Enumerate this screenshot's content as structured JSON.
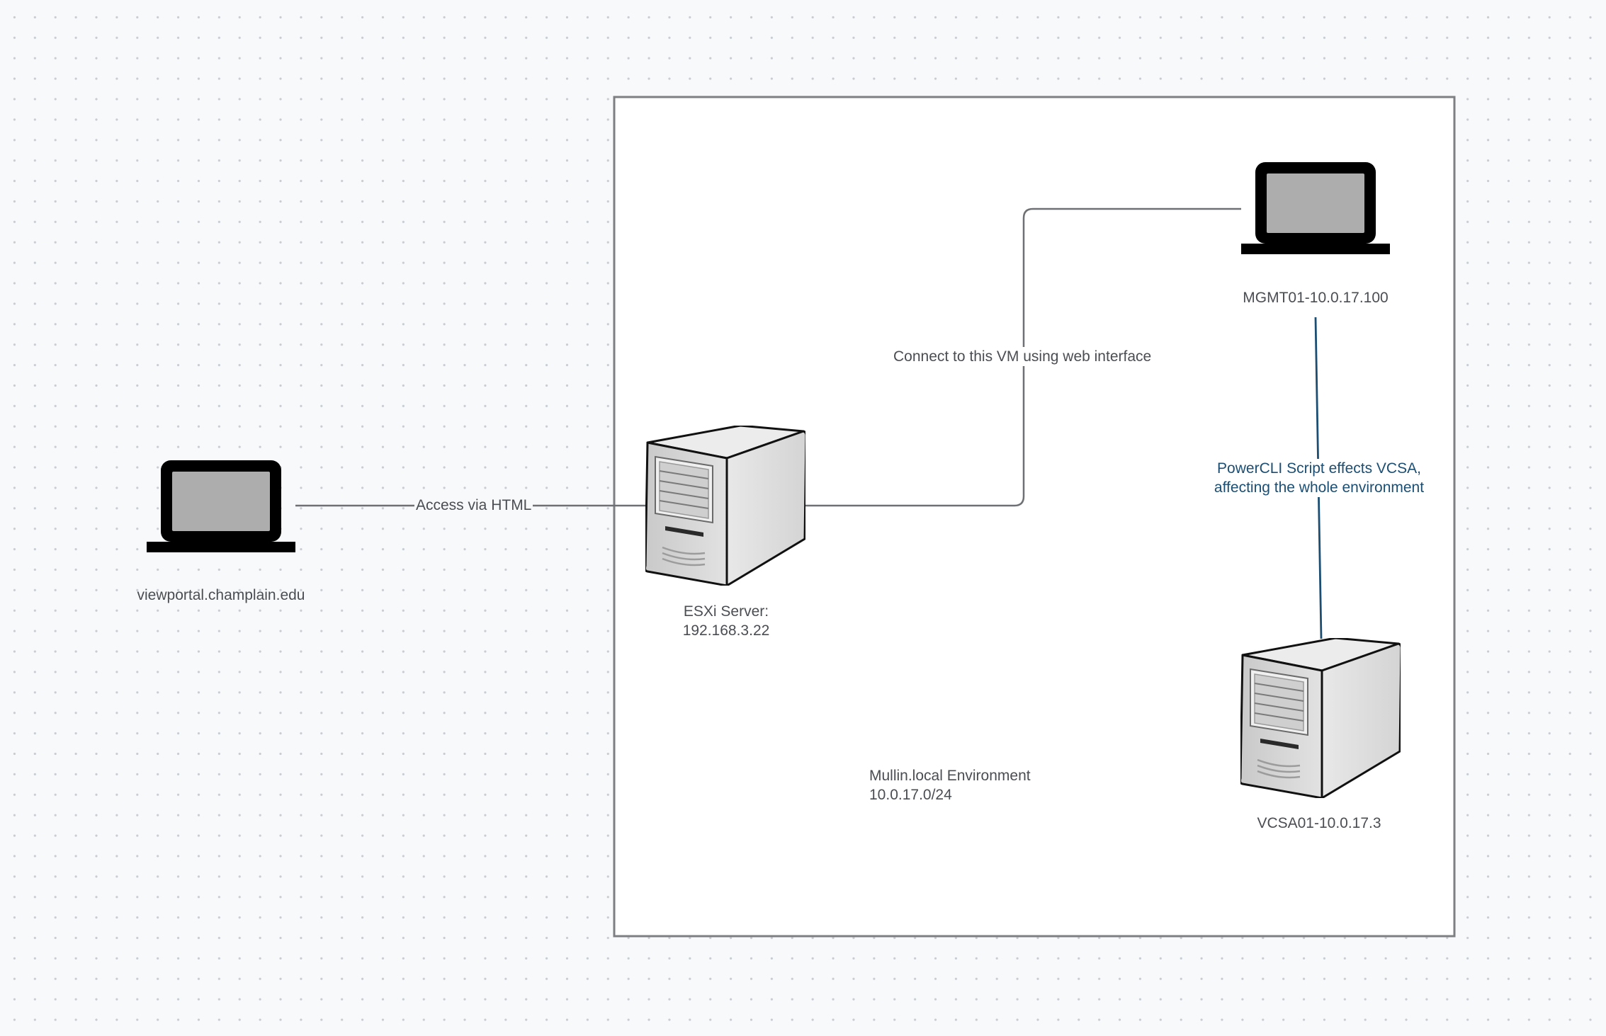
{
  "colors": {
    "canvas_background": "#f8f9fa",
    "container_border": "#7d7f82",
    "connector_gray": "#6e7074",
    "connector_blue": "#1c4e73",
    "text_gray": "#4a4d52",
    "laptop_frame": "#000000",
    "laptop_screen": "#adadad",
    "server_body": "#d9d9d9"
  },
  "container": {
    "title": "Mullin.local Environment",
    "subnet": "10.0.17.0/24"
  },
  "nodes": {
    "viewportal": {
      "icon": "laptop-icon",
      "label": "viewportal.champlain.edu"
    },
    "esxi": {
      "icon": "server-icon",
      "label_line1": "ESXi Server:",
      "label_line2": "192.168.3.22"
    },
    "mgmt01": {
      "icon": "laptop-icon",
      "label": "MGMT01-10.0.17.100"
    },
    "vcsa01": {
      "icon": "server-icon",
      "label": "VCSA01-10.0.17.3"
    }
  },
  "edges": {
    "viewportal_to_esxi": {
      "label": "Access via HTML"
    },
    "esxi_to_mgmt01": {
      "label": "Connect to this VM using web interface"
    },
    "mgmt01_to_vcsa01": {
      "label_line1": "PowerCLI Script effects VCSA,",
      "label_line2": "affecting the whole environment"
    }
  }
}
